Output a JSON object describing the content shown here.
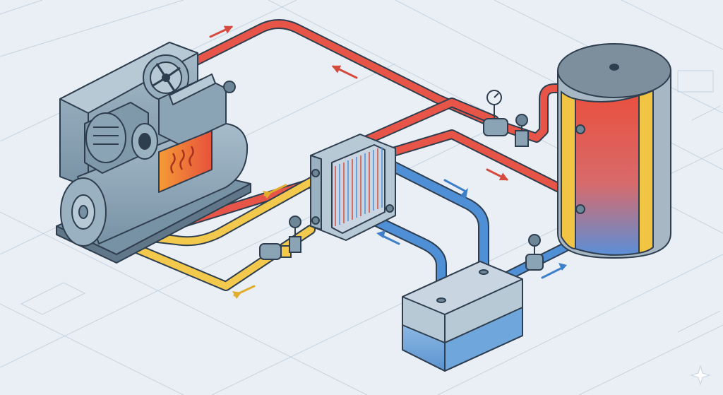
{
  "colors": {
    "background": "#e9eff5",
    "blueprint_line": "#c5d3e1",
    "outline": "#2f3e4f",
    "machine_steel": "#8aa3b5",
    "machine_steel_dark": "#6d8799",
    "hot_pipe": "#e65548",
    "warm_pipe": "#f2c94c",
    "cold_pipe": "#4f8fd6",
    "arrow_hot": "#d64b3f",
    "arrow_warm": "#e0ad2c",
    "arrow_cold": "#3e7fca",
    "insulation": "#f2c443",
    "water_tank": "#6fa6dc"
  },
  "components": {
    "air_compressor": {
      "icon": "compressor-with-receiver-tank",
      "heat_symbol": "wavy-heat-icon"
    },
    "heat_exchanger": {
      "icon": "plate-heat-exchanger"
    },
    "storage_tank": {
      "icon": "insulated-hot-water-cylinder",
      "gradient": [
        "#e9503f",
        "#5b8fd8"
      ]
    },
    "cold_water_reservoir": {
      "icon": "water-reservoir-box"
    },
    "valves": [
      "gate-valve-icon",
      "gate-valve-icon",
      "gate-valve-icon"
    ],
    "gauge": "pressure-gauge-icon"
  },
  "flows": [
    {
      "name": "hot-supply",
      "color": "hot",
      "direction": "compressor-to-tank"
    },
    {
      "name": "hot-return",
      "color": "hot",
      "direction": "tank-to-exchanger"
    },
    {
      "name": "oil-loop",
      "color": "warm",
      "direction": "exchanger-to-compressor"
    },
    {
      "name": "cold-loop",
      "color": "cold",
      "direction": "reservoir-to-exchanger"
    },
    {
      "name": "cold-feed",
      "color": "cold",
      "direction": "reservoir-to-tank"
    }
  ]
}
